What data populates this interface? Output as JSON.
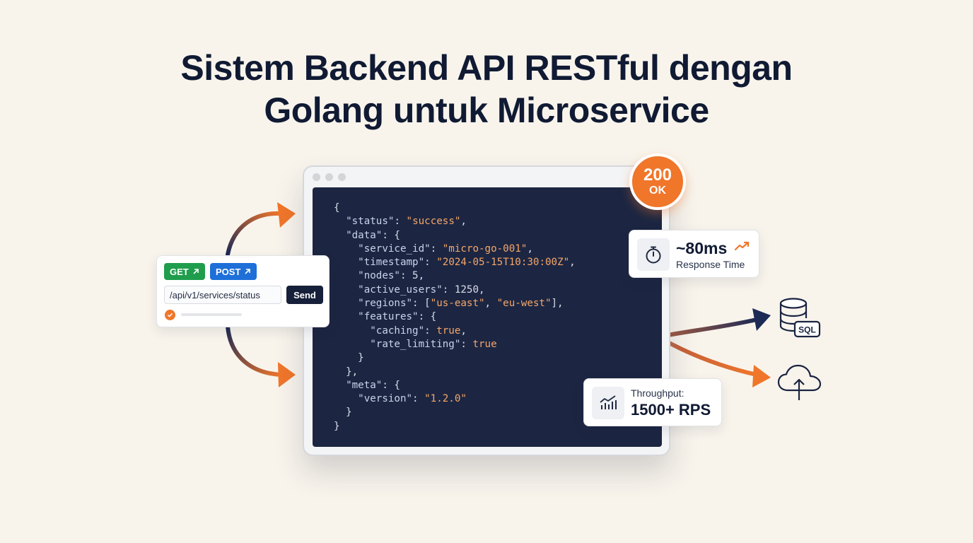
{
  "title": {
    "line1": "Sistem Backend API RESTful dengan",
    "line2": "Golang untuk Microservice"
  },
  "response_code": {
    "code": "200",
    "text": "OK",
    "color": "#f0762a"
  },
  "code_lines": [
    "{",
    "  \"status\": \"success\",",
    "  \"data\": {",
    "    \"service_id\": \"micro-go-001\",",
    "    \"timestamp\": \"2024-05-15T10:30:00Z\",",
    "    \"nodes\": 5,",
    "    \"active_users\": 1250,",
    "    \"regions\": [\"us-east\", \"eu-west\"],",
    "    \"features\": {",
    "      \"caching\": true,",
    "      \"rate_limiting\": true",
    "    }",
    "  },",
    "  \"meta\": {",
    "    \"version\": \"1.2.0\"",
    "  }",
    "}"
  ],
  "response_time": {
    "value": "~80ms",
    "label": "Response Time",
    "icon": "stopwatch-icon",
    "trend_icon": "trend-up-icon"
  },
  "throughput": {
    "label": "Throughput:",
    "value": "1500+ RPS",
    "icon": "chart-icon"
  },
  "api_client": {
    "methods": [
      {
        "label": "GET",
        "color": "#1f9d4c"
      },
      {
        "label": "POST",
        "color": "#1e6fd8"
      }
    ],
    "url": "/api/v1/services/status",
    "send_label": "Send",
    "status_icon": "check-icon"
  },
  "destinations": {
    "database_label": "SQL",
    "database_icon": "database-icon",
    "cloud_icon": "cloud-upload-icon"
  },
  "colors": {
    "accent": "#f0762a",
    "navy": "#1c2a55",
    "code_bg": "#1c2642"
  }
}
